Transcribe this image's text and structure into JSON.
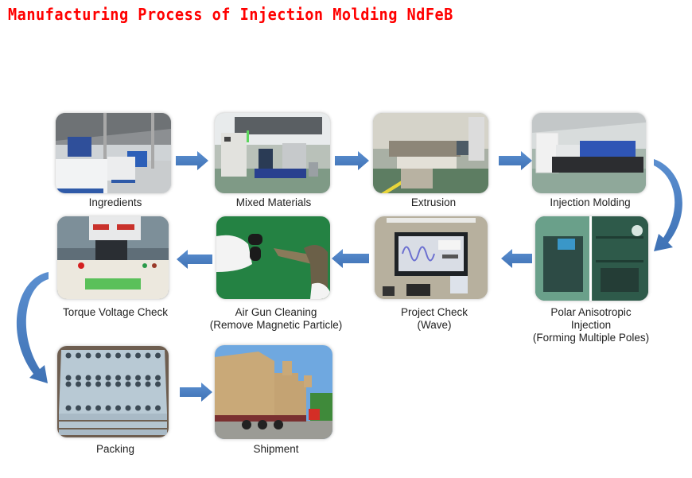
{
  "title": "Manufacturing Process of Injection Molding NdFeB",
  "colors": {
    "title": "#ff0000",
    "arrow": "#4f81bd",
    "label": "#222222"
  },
  "steps": [
    {
      "id": "ingredients",
      "order": 1,
      "label": [
        "Ingredients"
      ],
      "image": "warehouse with stacked white material sacks on blue pallets"
    },
    {
      "id": "mixed-materials",
      "order": 2,
      "label": [
        "Mixed Materials"
      ],
      "image": "high-speed mixer with control cabinet"
    },
    {
      "id": "extrusion",
      "order": 3,
      "label": [
        "Extrusion"
      ],
      "image": "twin-screw extrusion line"
    },
    {
      "id": "injection-molding",
      "order": 4,
      "label": [
        "Injection Molding"
      ],
      "image": "blue injection molding machine in factory hall"
    },
    {
      "id": "polar-anisotropic-injection",
      "order": 5,
      "label": [
        "Polar Anisotropic",
        "Injection",
        "(Forming Multiple Poles)"
      ],
      "image": "injection machine and green mold detail"
    },
    {
      "id": "project-check",
      "order": 6,
      "label": [
        "Project Check",
        "(Wave)"
      ],
      "image": "magnet analyzer monitor showing sine wave"
    },
    {
      "id": "air-gun-cleaning",
      "order": 7,
      "label": [
        "Air Gun Cleaning",
        "(Remove Magnetic Particle)"
      ],
      "image": "gloved hand holding magnet next to air gun"
    },
    {
      "id": "torque-voltage-check",
      "order": 8,
      "label": [
        "Torque Voltage Check"
      ],
      "image": "torque voltage test bench"
    },
    {
      "id": "packing",
      "order": 9,
      "label": [
        "Packing"
      ],
      "image": "stacked grey foam packing trays"
    },
    {
      "id": "shipment",
      "order": 10,
      "label": [
        "Shipment"
      ],
      "image": "truck loaded with cartons and red forklift"
    }
  ],
  "flow": [
    {
      "from": "ingredients",
      "to": "mixed-materials",
      "icon": "arrow-right-icon"
    },
    {
      "from": "mixed-materials",
      "to": "extrusion",
      "icon": "arrow-right-icon"
    },
    {
      "from": "extrusion",
      "to": "injection-molding",
      "icon": "arrow-right-icon"
    },
    {
      "from": "injection-molding",
      "to": "polar-anisotropic-injection",
      "icon": "curved-arrow-down-icon"
    },
    {
      "from": "polar-anisotropic-injection",
      "to": "project-check",
      "icon": "arrow-left-icon"
    },
    {
      "from": "project-check",
      "to": "air-gun-cleaning",
      "icon": "arrow-left-icon"
    },
    {
      "from": "air-gun-cleaning",
      "to": "torque-voltage-check",
      "icon": "arrow-left-icon"
    },
    {
      "from": "torque-voltage-check",
      "to": "packing",
      "icon": "curved-arrow-down-icon"
    },
    {
      "from": "packing",
      "to": "shipment",
      "icon": "arrow-right-icon"
    }
  ]
}
